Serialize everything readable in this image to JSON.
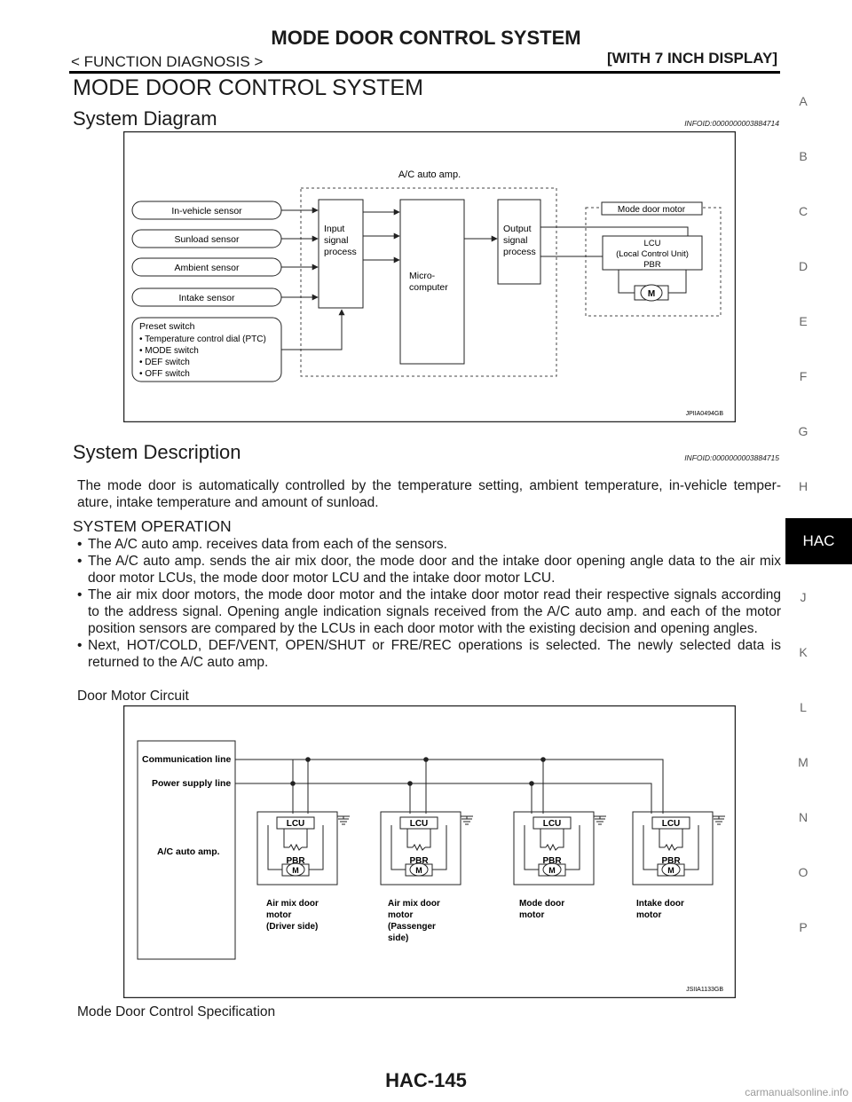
{
  "header": {
    "title": "MODE DOOR CONTROL SYSTEM",
    "breadcrumb": "< FUNCTION DIAGNOSIS >",
    "variant": "[WITH 7 INCH DISPLAY]"
  },
  "page_title": "MODE DOOR CONTROL SYSTEM",
  "system_diagram": {
    "heading": "System Diagram",
    "info_id": "INFOID:0000000003884714",
    "figure": {
      "amp_label": "A/C auto amp.",
      "sensors": [
        "In-vehicle sensor",
        "Sunload sensor",
        "Ambient sensor",
        "Intake sensor"
      ],
      "preset_title": "Preset switch",
      "preset_items": [
        "• Temperature control dial (PTC)",
        "• MODE switch",
        "• DEF switch",
        "• OFF switch"
      ],
      "input_block": [
        "Input",
        "signal",
        "process"
      ],
      "micro_block": [
        "Micro-",
        "computer"
      ],
      "output_block": [
        "Output",
        "signal",
        "process"
      ],
      "motor_title": "Mode door motor",
      "lcu_lines": [
        "LCU",
        "(Local Control Unit)",
        "PBR"
      ],
      "motor_symbol": "M",
      "code": "JPIIA0494GB"
    }
  },
  "system_description": {
    "heading": "System Description",
    "info_id": "INFOID:0000000003884715",
    "intro": "The mode door is automatically controlled by the temperature setting, ambient temperature, in-vehicle temper-ature, intake temperature and amount of sunload.",
    "operation_heading": "SYSTEM OPERATION",
    "bullets": [
      "The A/C auto amp. receives data from each of the sensors.",
      "The A/C auto amp. sends the air mix door, the mode door and the intake door opening angle data to the air mix door motor LCUs, the mode door motor LCU and the intake door motor LCU.",
      "The air mix door motors, the mode door motor and the intake door motor read their respective signals according to the address signal. Opening angle indication signals received from the A/C auto amp. and each of the motor position sensors are compared by the LCUs in each door motor with the existing decision and opening angles.",
      "Next, HOT/COLD, DEF/VENT, OPEN/SHUT or FRE/REC operations is selected. The newly selected data is returned to the A/C auto amp."
    ],
    "door_motor_caption": "Door Motor Circuit",
    "circuit": {
      "communication_line": "Communication line",
      "power_supply_line": "Power supply line",
      "amp_label": "A/C auto amp.",
      "lcu": "LCU",
      "pbr": "PBR",
      "motor_symbol": "M",
      "motors": [
        [
          "Air mix door",
          "motor",
          "(Driver side)"
        ],
        [
          "Air mix door",
          "motor",
          "(Passenger",
          "side)"
        ],
        [
          "Mode door",
          "motor"
        ],
        [
          "Intake door",
          "motor"
        ]
      ],
      "code": "JSIIA1133GB"
    },
    "spec_caption": "Mode Door Control Specification"
  },
  "side_index": {
    "letters": [
      "A",
      "B",
      "C",
      "D",
      "E",
      "F",
      "G",
      "H",
      "J",
      "K",
      "L",
      "M",
      "N",
      "O",
      "P"
    ],
    "active": "HAC"
  },
  "footer": {
    "page_number": "HAC-145",
    "watermark": "carmanualsonline.info"
  }
}
